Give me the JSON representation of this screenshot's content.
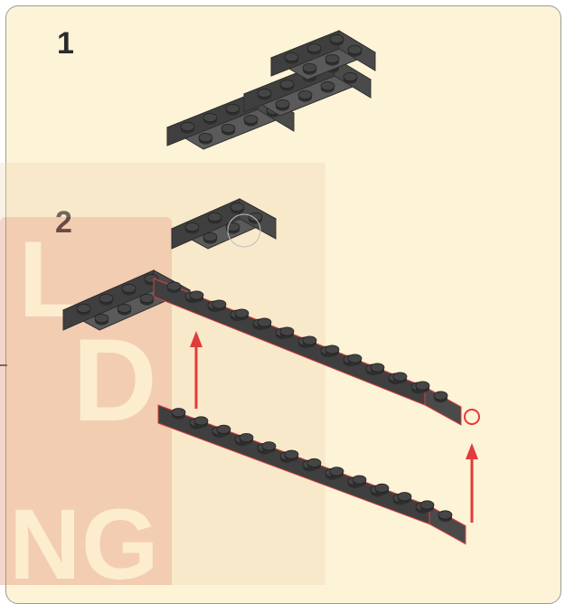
{
  "steps": [
    {
      "number": "1"
    },
    {
      "number": "2"
    }
  ],
  "watermark": {
    "letters": [
      "L",
      "D",
      "N",
      "G"
    ]
  },
  "colors": {
    "panel_bg": "#fdf3d6",
    "brick": "#4b4b4b",
    "arrow": "#e13b3b",
    "watermark": "#e8b9a0"
  },
  "icons": [
    "arrow-up-icon",
    "stud-marker-icon"
  ]
}
